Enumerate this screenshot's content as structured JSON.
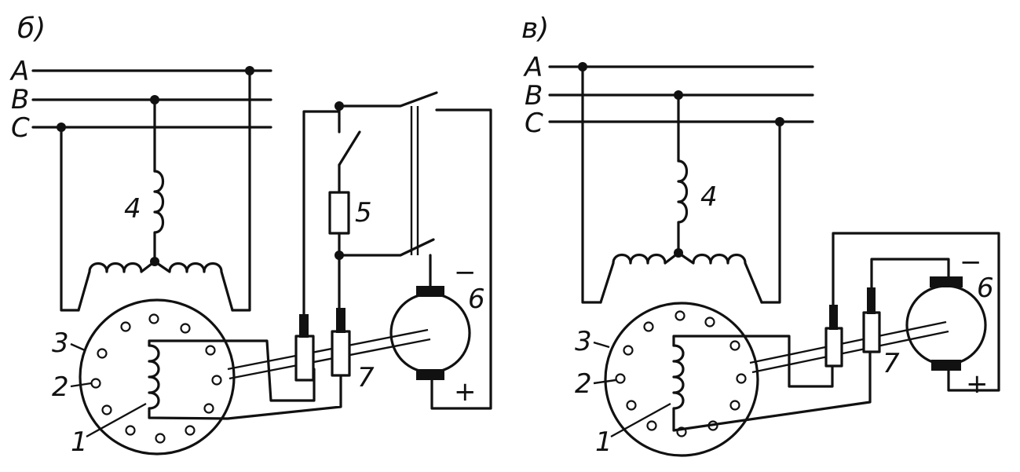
{
  "panels": [
    {
      "title": "б)",
      "phases": [
        "A",
        "B",
        "C"
      ],
      "labels": {
        "n1": "1",
        "n2": "2",
        "n3": "3",
        "n4": "4",
        "n5": "5",
        "n6": "6",
        "n7": "7"
      },
      "polarity": {
        "minus": "−",
        "plus": "+"
      }
    },
    {
      "title": "в)",
      "phases": [
        "A",
        "B",
        "C"
      ],
      "labels": {
        "n1": "1",
        "n2": "2",
        "n3": "3",
        "n4": "4",
        "n6": "6",
        "n7": "7"
      },
      "polarity": {
        "minus": "−",
        "plus": "+"
      }
    }
  ]
}
